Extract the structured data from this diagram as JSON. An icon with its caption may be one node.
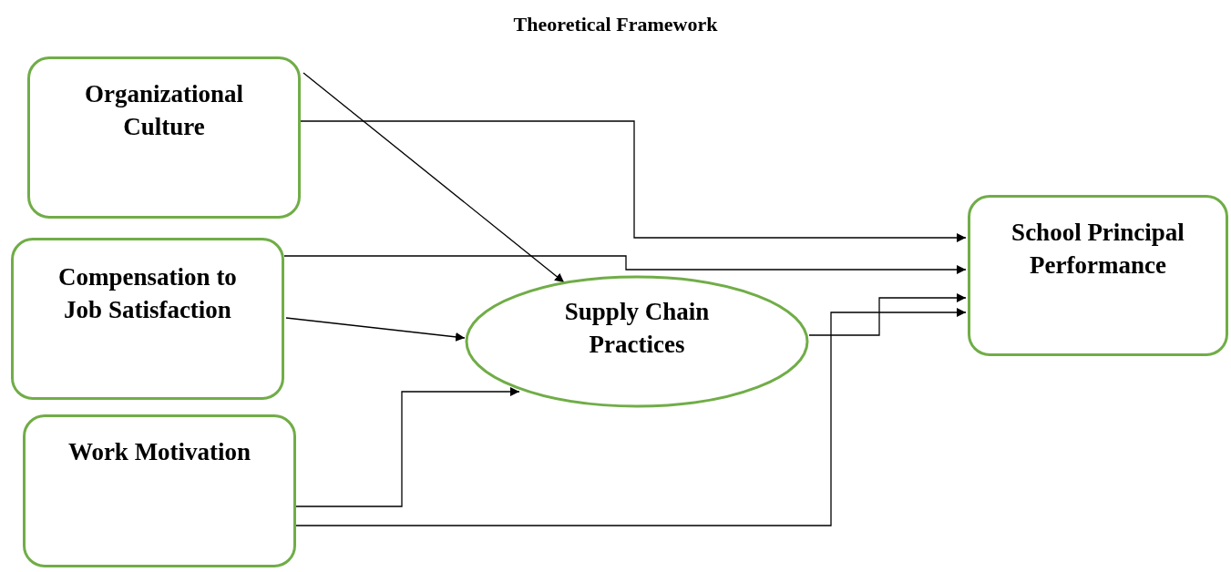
{
  "diagram": {
    "title": "Theoretical Framework",
    "nodes": [
      {
        "text": [
          "Organizational Culture"
        ]
      },
      {
        "text": [
          "Compensation to Job Satisfaction"
        ]
      },
      {
        "text": [
          "Work Motivation"
        ]
      },
      {
        "text": [
          "Supply Chain Practices"
        ]
      },
      {
        "text": [
          "School Principal Performance"
        ]
      }
    ],
    "edges": [
      {
        "from": 0,
        "to": 3,
        "arrow": "to"
      },
      {
        "from": 0,
        "to": 4,
        "arrow": "to"
      },
      {
        "from": 1,
        "to": 4,
        "arrow": "to"
      },
      {
        "from": 1,
        "to": 3,
        "arrow": "to"
      },
      {
        "from": 2,
        "to": 3,
        "arrow": "to"
      },
      {
        "from": 3,
        "to": 4,
        "arrow": "to"
      },
      {
        "from": 2,
        "to": 4,
        "arrow": "to"
      }
    ]
  }
}
